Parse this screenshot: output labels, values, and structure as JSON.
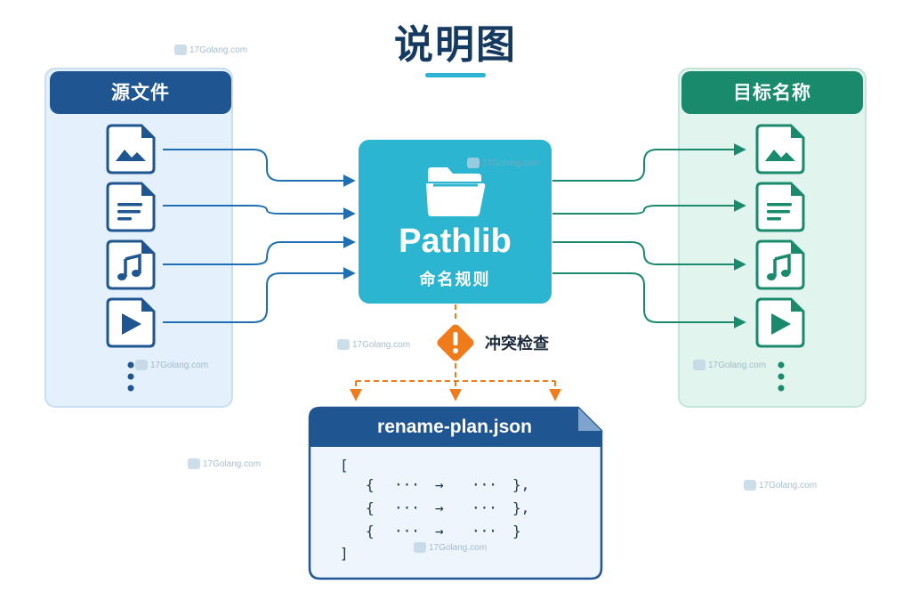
{
  "title": "说明图",
  "left_panel": {
    "title": "源文件",
    "icons": [
      "image-file-icon",
      "text-file-icon",
      "audio-file-icon",
      "video-file-icon"
    ]
  },
  "right_panel": {
    "title": "目标名称",
    "icons": [
      "image-file-icon",
      "text-file-icon",
      "audio-file-icon",
      "video-file-icon"
    ]
  },
  "center": {
    "title": "Pathlib",
    "subtitle": "命名规则",
    "icon": "folder-icon"
  },
  "conflict": {
    "label": "冲突检查",
    "icon": "warning-diamond-icon"
  },
  "plan_file": {
    "name": "rename-plan.json",
    "open_bracket": "[",
    "lines": [
      {
        "open": "{",
        "from": "···",
        "arrow": "→",
        "to": "···",
        "close": "},"
      },
      {
        "open": "{",
        "from": "···",
        "arrow": "→",
        "to": "···",
        "close": "},"
      },
      {
        "open": "{",
        "from": "···",
        "arrow": "→",
        "to": "···",
        "close": "}"
      }
    ],
    "close_bracket": "]"
  },
  "watermark": "17Golang.com",
  "colors": {
    "navy": "#1f5590",
    "teal": "#1a8a6c",
    "cyan": "#2cb5d0",
    "orange": "#f07b1b",
    "title": "#16395f"
  }
}
